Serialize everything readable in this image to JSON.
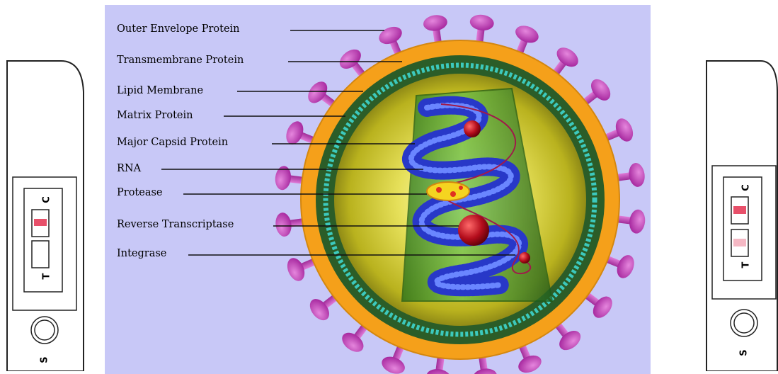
{
  "diagram": {
    "labels": [
      "Outer Envelope Protein",
      "Transmembrane Protein",
      "Lipid Membrane",
      "Matrix Protein",
      "Major Capsid Protein",
      "RNA",
      "Protease",
      "Reverse Transcriptase",
      "Integrase"
    ]
  },
  "cassette_left": {
    "control_letter": "C",
    "test_letter": "T",
    "sample_letter": "S",
    "control_line_color": "#e8506a",
    "test_line_visible": false
  },
  "cassette_right": {
    "control_letter": "C",
    "test_letter": "T",
    "sample_letter": "S",
    "control_line_color": "#e8506a",
    "test_line_color": "#f5b8c4",
    "test_line_visible": true
  },
  "colors": {
    "background": "#c8c8f7",
    "envelope_protein": "#c040b8",
    "lipid_membrane": "#f5a01a",
    "matrix_ring": "#2fa69a",
    "core": "#d4cf2a",
    "capsid": "#4aa840",
    "rna": "#2838c8",
    "enzyme_red": "#b01020"
  }
}
